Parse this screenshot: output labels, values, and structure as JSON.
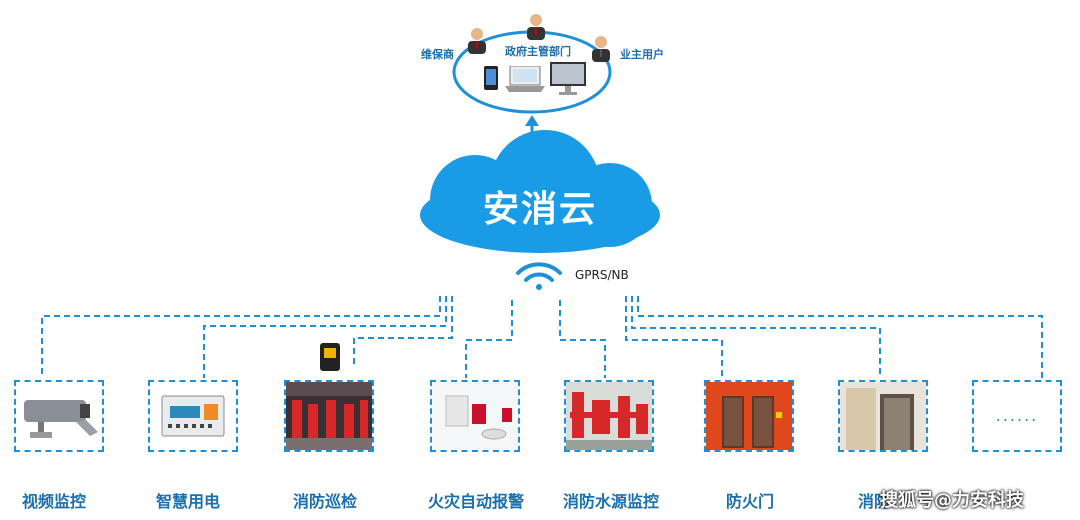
{
  "top": {
    "roles": [
      "维保商",
      "政府主管部门",
      "业主用户"
    ]
  },
  "cloud": {
    "label": "安消云"
  },
  "network": {
    "label": "GPRS/NB"
  },
  "subsystems": [
    {
      "label": "视频监控"
    },
    {
      "label": "智慧用电"
    },
    {
      "label": "消防巡检"
    },
    {
      "label": "火灾自动报警"
    },
    {
      "label": "消防水源监控"
    },
    {
      "label": "防火门"
    },
    {
      "label": "消防"
    },
    {
      "label": "......"
    }
  ],
  "watermark": "搜狐号@力安科技",
  "colors": {
    "accent": "#1e90d8",
    "cloud": "#1a9be6",
    "text": "#1a6fb0"
  }
}
